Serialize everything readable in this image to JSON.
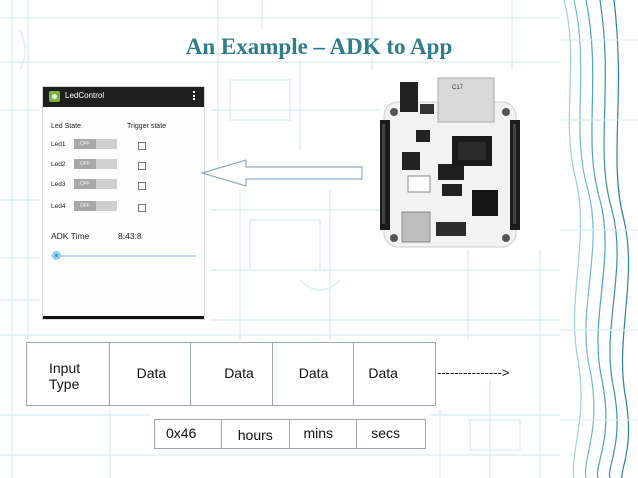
{
  "slide": {
    "title": "An Example – ADK to App"
  },
  "phone": {
    "app_title": "LedControl",
    "header_led_state": "Led State",
    "header_trigger_state": "Trigger state",
    "leds": [
      {
        "label": "Led1",
        "toggle": "OFF"
      },
      {
        "label": "Led2",
        "toggle": "OFF"
      },
      {
        "label": "Led3",
        "toggle": "OFF"
      },
      {
        "label": "Led4",
        "toggle": "OFF"
      }
    ],
    "adk_time_label": "ADK Time",
    "adk_time_value": "8:43:8"
  },
  "board": {
    "chip_label": "C17"
  },
  "packet": {
    "cells": [
      "Input\nType",
      "Data",
      "Data",
      "Data",
      "Data"
    ],
    "continuation": "--------------->"
  },
  "bytes": {
    "cells": [
      "0x46",
      "hours",
      "mins",
      "secs"
    ]
  },
  "colors": {
    "title": "#2e7d8a",
    "grid_lines": "#bfe3ef",
    "accent_deco": "#4aa3c7"
  }
}
